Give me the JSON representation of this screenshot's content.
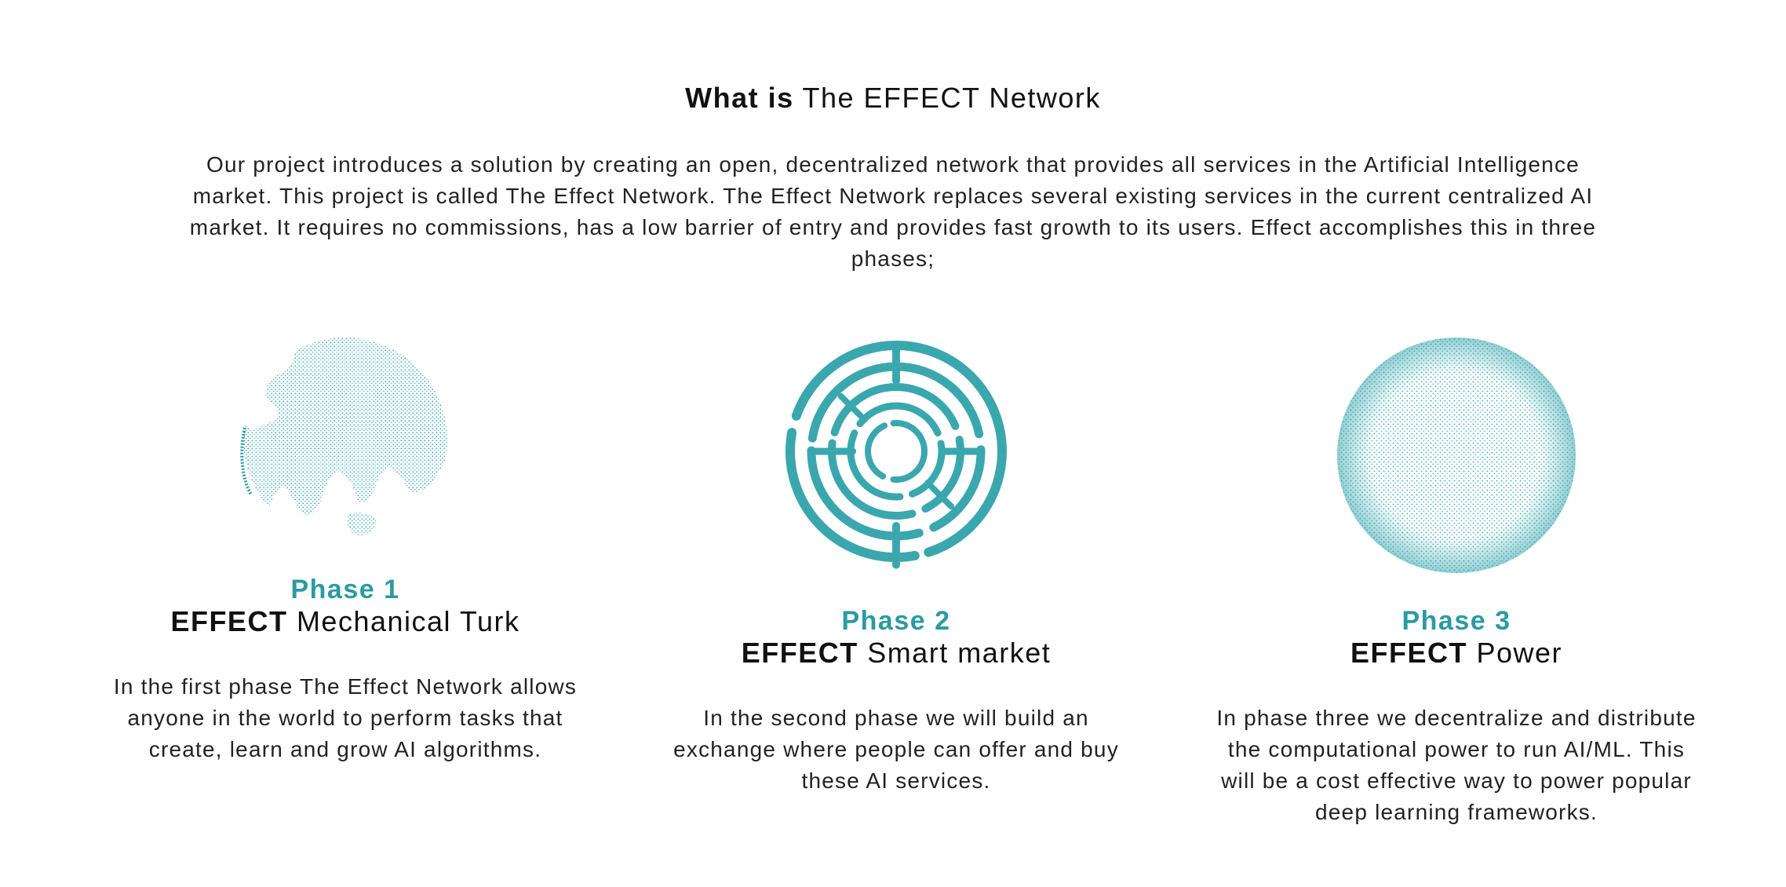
{
  "header": {
    "title_bold": "What is",
    "title_rest": " The EFFECT Network",
    "intro": "Our project introduces a solution by creating an open, decentralized network that provides all services in the Artificial Intelligence market. This project is called The Effect Network. The Effect Network replaces several existing services in the current centralized AI market. It requires no commissions, has a low barrier of entry and provides fast growth to its users. Effect accomplishes this in three phases;"
  },
  "colors": {
    "accent": "#2b9aa3",
    "dots": "#3aa7ae"
  },
  "phases": [
    {
      "icon": "globe-icon",
      "label": "Phase 1",
      "name_bold": "EFFECT",
      "name_rest": " Mechanical Turk",
      "description": "In the first phase The Effect Network allows anyone in the world to perform tasks that create, learn and grow AI algorithms."
    },
    {
      "icon": "maze-icon",
      "label": "Phase 2",
      "name_bold": "EFFECT",
      "name_rest": " Smart market",
      "description": "In the second phase we will build an exchange where people can offer and buy these AI services."
    },
    {
      "icon": "sphere-icon",
      "label": "Phase 3",
      "name_bold": "EFFECT",
      "name_rest": " Power",
      "description": "In phase three we decentralize and distribute the computational power to run AI/ML. This will be a cost effective way to power popular deep learning frameworks."
    }
  ]
}
